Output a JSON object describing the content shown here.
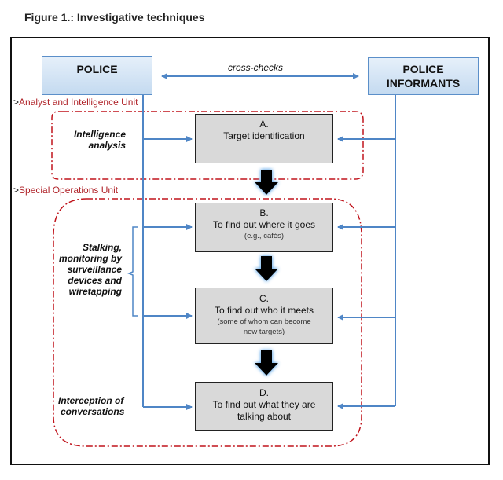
{
  "figure": {
    "title": "Figure 1.: Investigative techniques"
  },
  "actors": {
    "police": "POLICE",
    "informants_line1": "POLICE",
    "informants_line2": "INFORMANTS",
    "cross_checks": "cross-checks"
  },
  "units": [
    {
      "prefix": ">",
      "name": "Analyst and Intelligence Unit"
    },
    {
      "prefix": ">",
      "name": "Special Operations Unit"
    }
  ],
  "techniques": {
    "intelligence": [
      "Intelligence",
      "analysis"
    ],
    "stalking": [
      "Stalking,",
      "monitoring by",
      "surveillance",
      "devices and",
      "wiretapping"
    ],
    "interception": [
      "Interception of",
      "conversations"
    ]
  },
  "steps": [
    {
      "letter": "A.",
      "main": "Target identification",
      "sub": ""
    },
    {
      "letter": "B.",
      "main": "To find out where it goes",
      "sub": "(e.g., cafés)"
    },
    {
      "letter": "C.",
      "main": "To find out who it meets",
      "sub": "(some of whom can become new targets)"
    },
    {
      "letter": "D.",
      "main": "To find out what they are talking about",
      "sub": ""
    }
  ],
  "colors": {
    "connector_blue": "#4f86c6",
    "unit_red": "#c0141c",
    "step_fill": "#d9d9d9",
    "actor_fill_top": "#e6f0fa",
    "actor_fill_bottom": "#c4daf0"
  }
}
